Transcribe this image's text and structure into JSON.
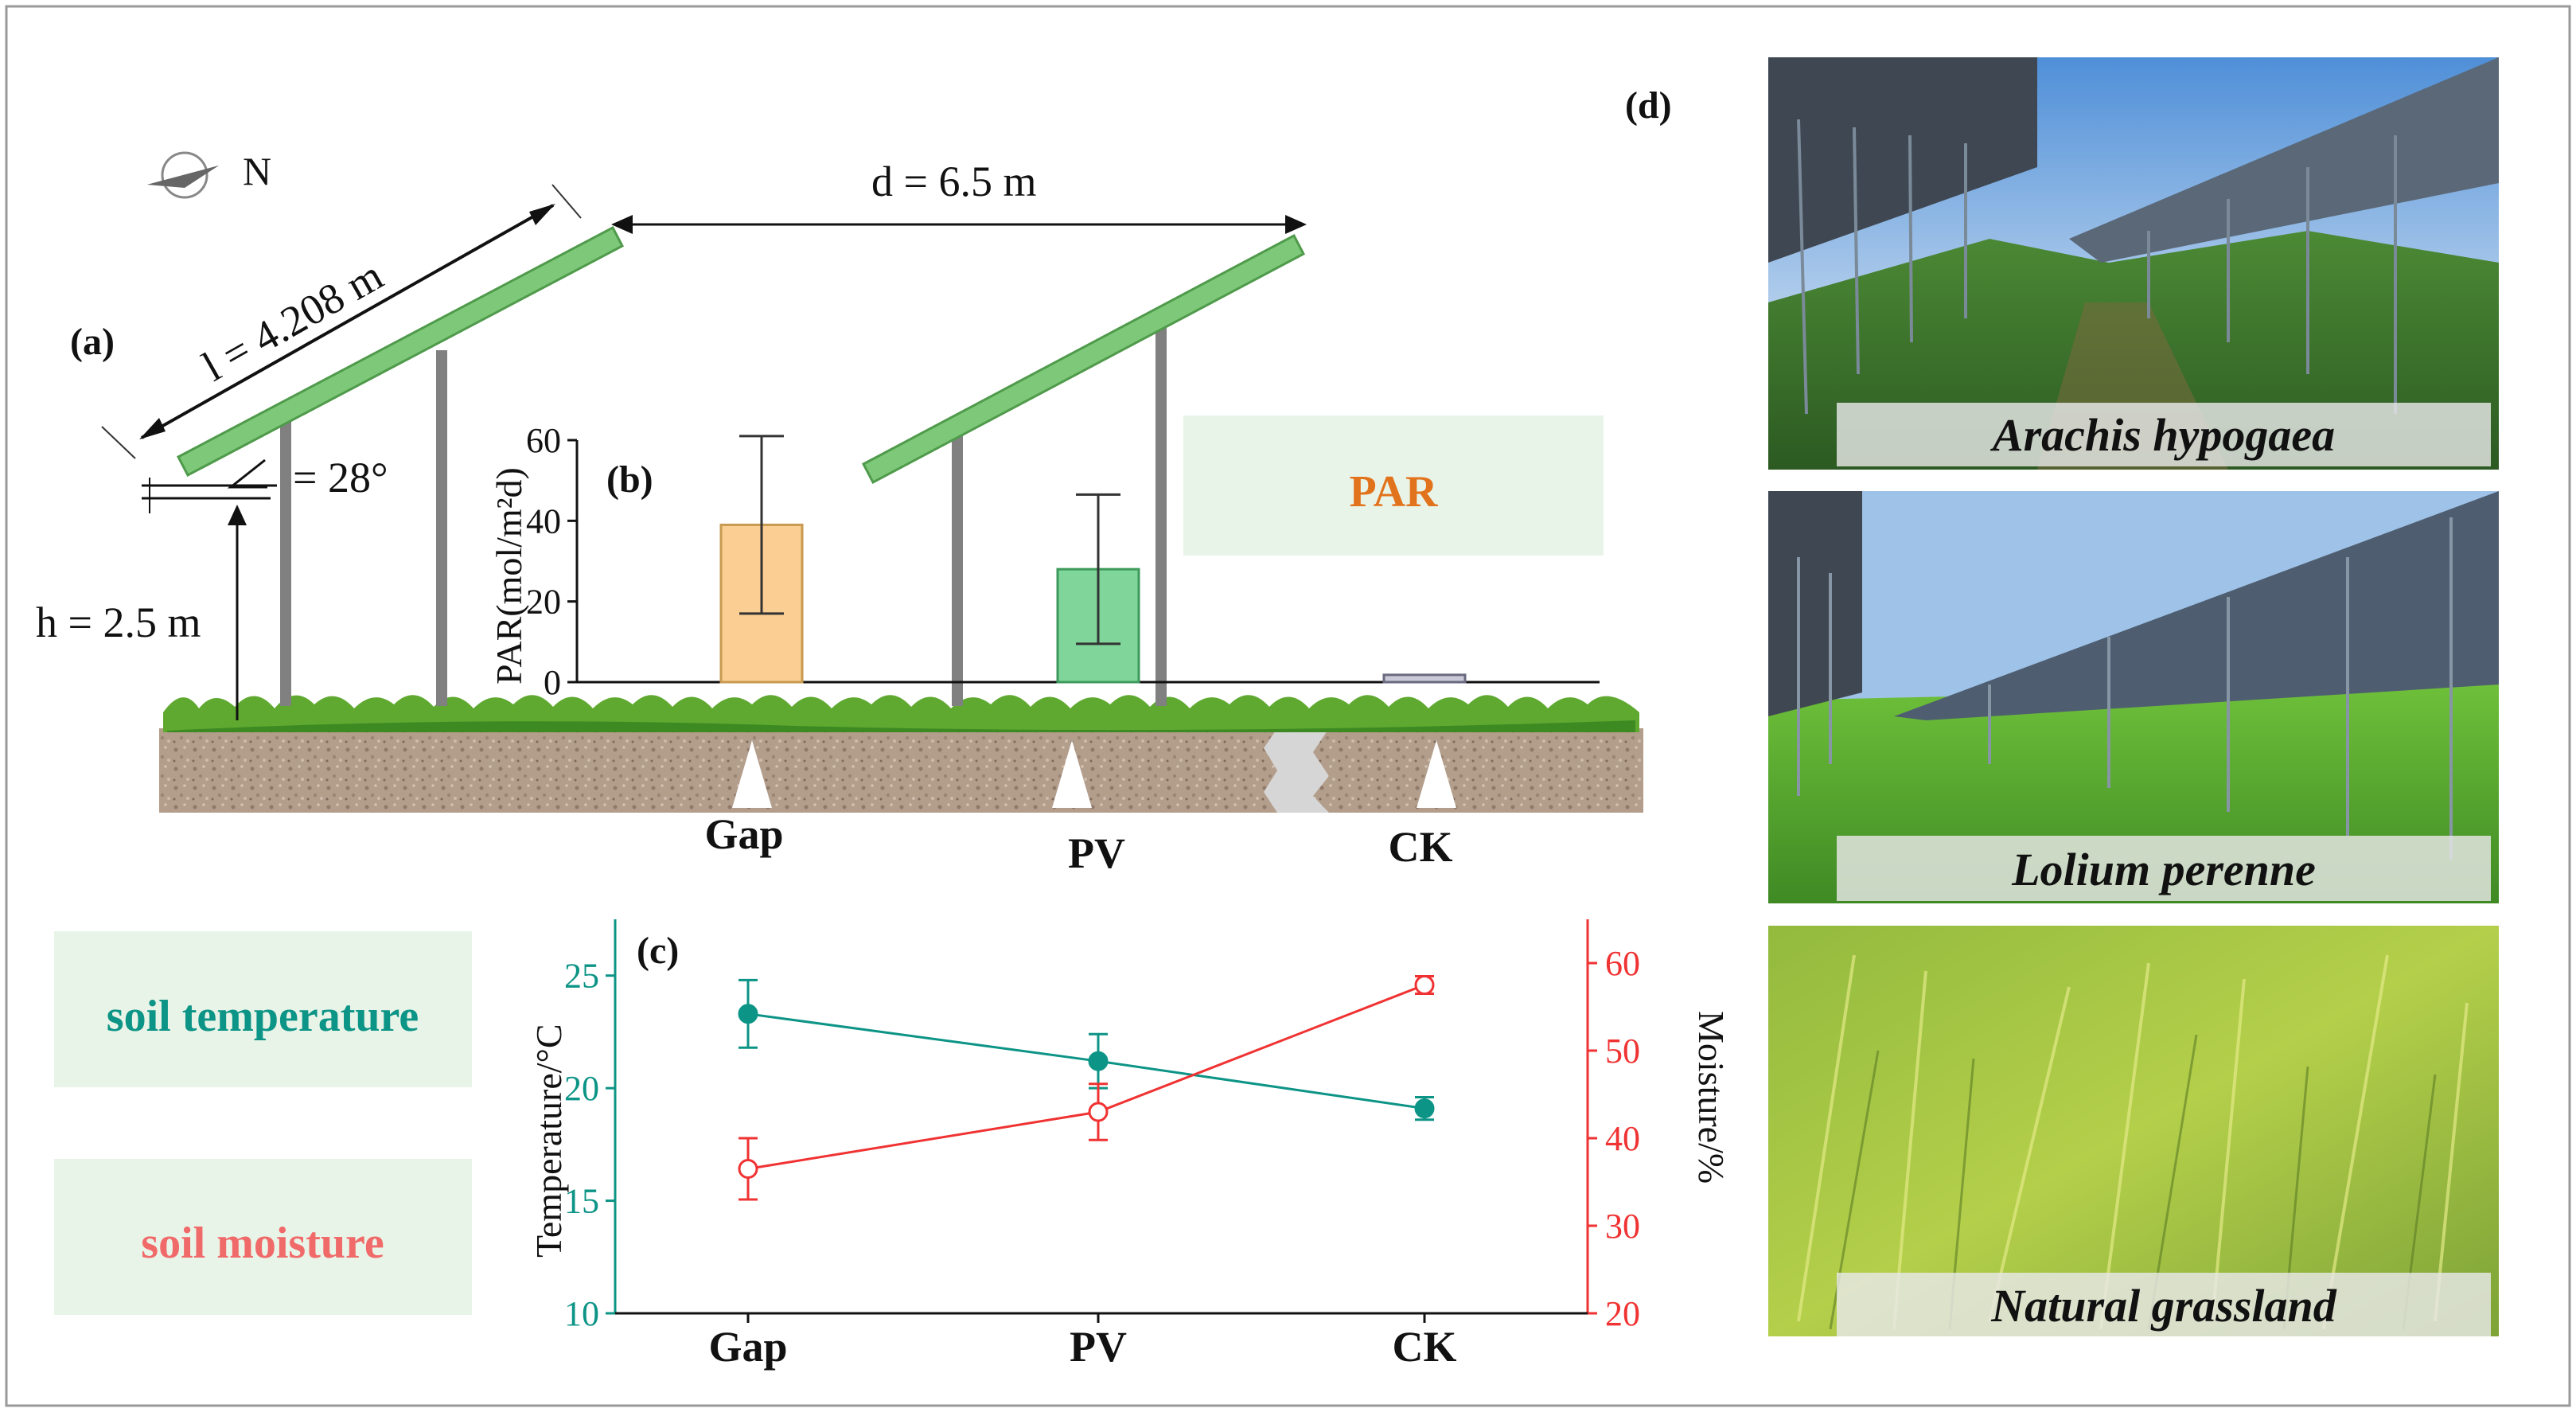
{
  "figure": {
    "panel_labels": {
      "a": "(a)",
      "b": "(b)",
      "c": "(c)",
      "d": "(d)"
    },
    "colors": {
      "panel_green": "#7ec87a",
      "panel_green_edge": "#4f9a4b",
      "pole": "#808080",
      "soil": "#b09a88",
      "grass": "#5ea52f",
      "label_box_bg": "#e9f4e8",
      "teal": "#0c9486",
      "red": "#f03232",
      "orange_par": "#e2731d",
      "bar_gap": "#fbcf93",
      "bar_pv": "#7fd59a",
      "bar_ck": "#c9c9d8"
    }
  },
  "schematic": {
    "compass_label": "N",
    "compass_icon": "compass-arrow-icon",
    "length_label": "l = 4.208 m",
    "spacing_label": "d = 6.5 m",
    "angle_label": "= 28°",
    "height_label": "h = 2.5 m",
    "positions": [
      "Gap",
      "PV",
      "CK"
    ]
  },
  "side_boxes": {
    "par": "PAR",
    "soil_temperature": "soil temperature",
    "soil_moisture": "soil moisture"
  },
  "chart_data": [
    {
      "id": "b",
      "type": "bar",
      "categories": [
        "Gap",
        "PV",
        "CK"
      ],
      "values": [
        39,
        28,
        1.8
      ],
      "errors": [
        22,
        18.5,
        0.3
      ],
      "ylabel": "PAR(mol/m²d)",
      "ylim": [
        0,
        60
      ],
      "yticks": [
        0,
        20,
        40,
        60
      ]
    },
    {
      "id": "c",
      "type": "line",
      "categories": [
        "Gap",
        "PV",
        "CK"
      ],
      "series": [
        {
          "values": [
            23.3,
            21.2,
            19.1
          ],
          "errors": [
            1.5,
            1.2,
            0.5
          ],
          "axis": "left"
        },
        {
          "values": [
            36.5,
            43,
            57.5
          ],
          "errors": [
            3.5,
            3.2,
            1
          ],
          "axis": "right"
        }
      ],
      "ylabel_left": "Temperature/°C",
      "ylabel_right": "Moisture/%",
      "ylim_left": [
        10,
        27.5
      ],
      "ylim_right": [
        20,
        65
      ],
      "yticks_left": [
        10,
        15,
        20,
        25
      ],
      "yticks_right": [
        20,
        30,
        40,
        50,
        60
      ]
    }
  ],
  "photos": [
    {
      "caption": "Arachis hypogaea"
    },
    {
      "caption": "Lolium perenne"
    },
    {
      "caption": "Natural grassland"
    }
  ]
}
